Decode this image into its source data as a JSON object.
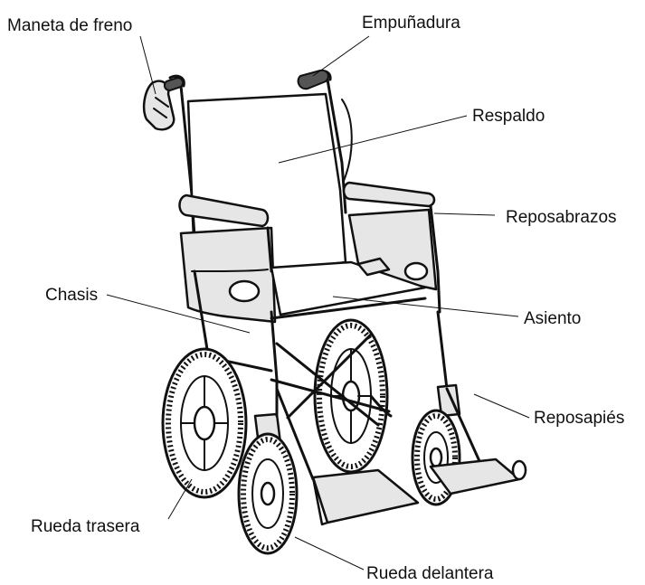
{
  "labels": {
    "brake": "Maneta de freno",
    "handle": "Empuñadura",
    "backrest": "Respaldo",
    "armrest": "Reposabrazos",
    "frame": "Chasis",
    "seat": "Asiento",
    "footrest": "Reposapiés",
    "rear_wheel": "Rueda trasera",
    "front_wheel": "Rueda delantera"
  }
}
